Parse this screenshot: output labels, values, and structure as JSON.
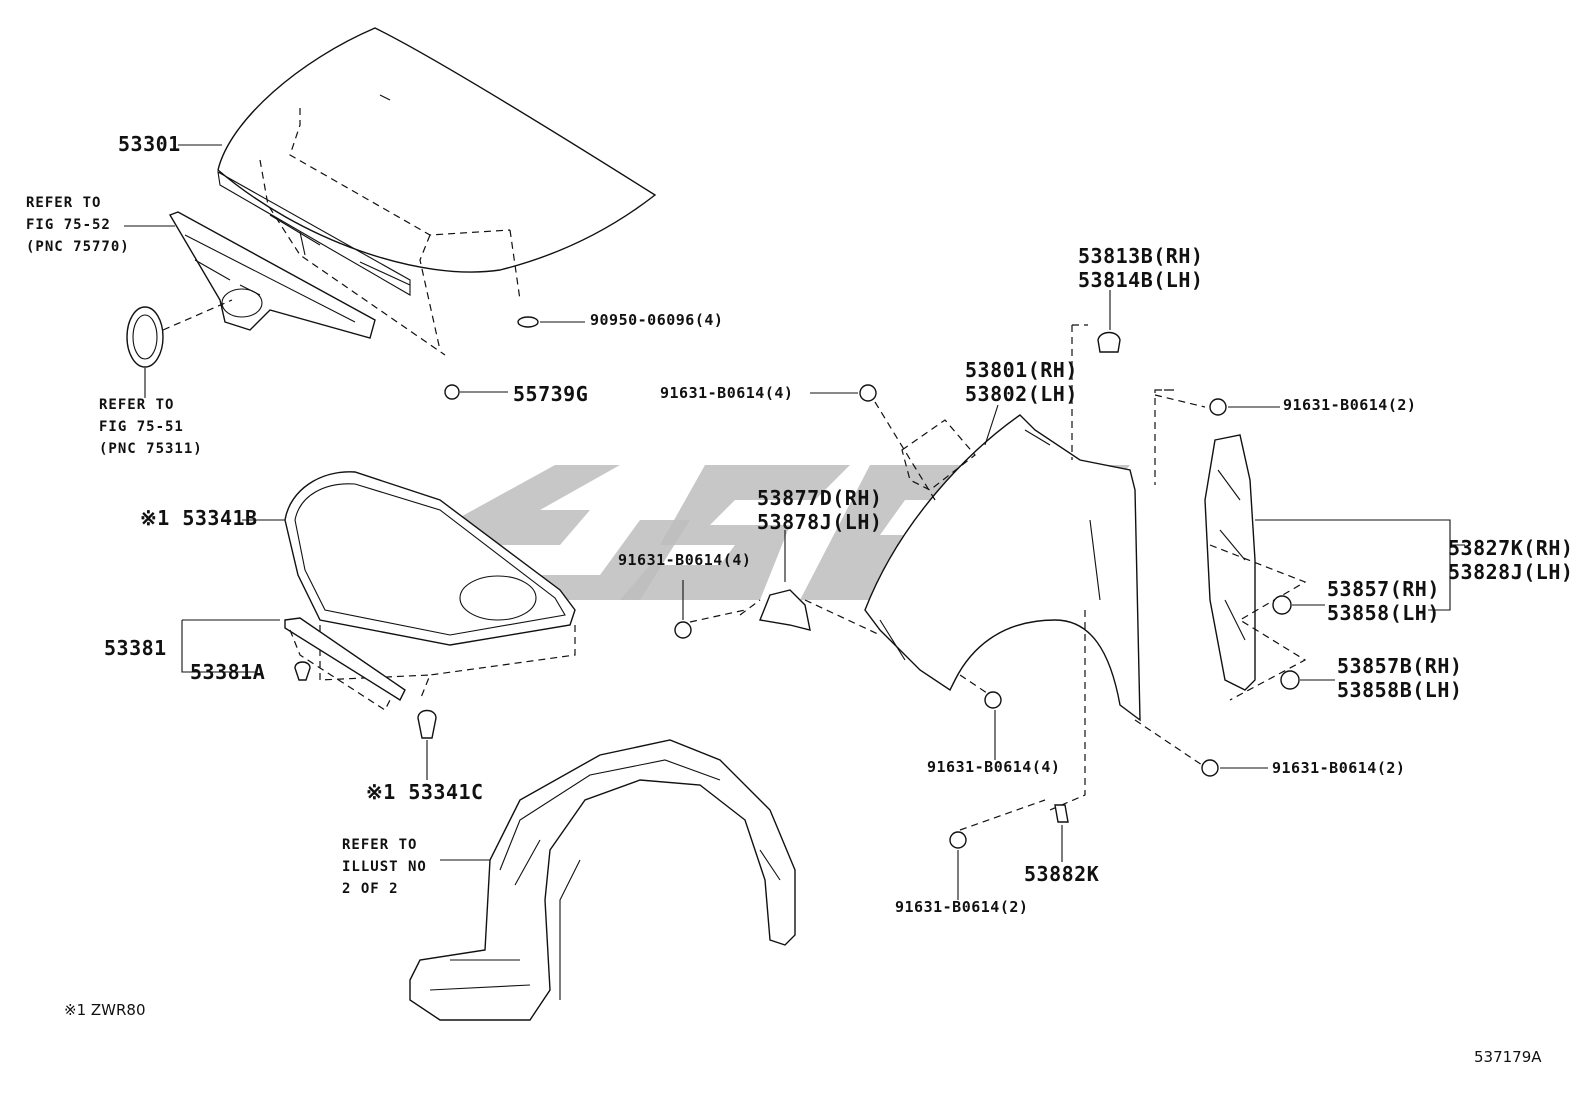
{
  "labels": {
    "p53301": "53301",
    "refer_75_52": "REFER TO\nFIG 75-52\n(PNC 75770)",
    "refer_75_51": "REFER TO\nFIG 75-51\n(PNC 75311)",
    "p90950": "90950-06096(4)",
    "p55739G": "55739G",
    "p53341B": "※1 53341B",
    "p53381": "53381",
    "p53381A": "53381A",
    "p53341C": "※1 53341C",
    "refer_illust": "REFER TO\nILLUST NO\n2 OF 2",
    "p53813B": "53813B(RH)\n53814B(LH)",
    "p53801": "53801(RH)\n53802(LH)",
    "bolt_top_left": "91631-B0614(4)",
    "bolt_top_right": "91631-B0614(2)",
    "p53877D": "53877D(RH)\n53878J(LH)",
    "bolt_mid_left": "91631-B0614(4)",
    "p53827K": "53827K(RH)\n53828J(LH)",
    "p53857": "53857(RH)\n53858(LH)",
    "p53857B": "53857B(RH)\n53858B(LH)",
    "bolt_lower_mid": "91631-B0614(4)",
    "bolt_lower_right": "91631-B0614(2)",
    "bolt_bottom": "91631-B0614(2)",
    "p53882K": "53882K",
    "footnote": "※1 ZWR80",
    "figure_id": "537179A"
  }
}
